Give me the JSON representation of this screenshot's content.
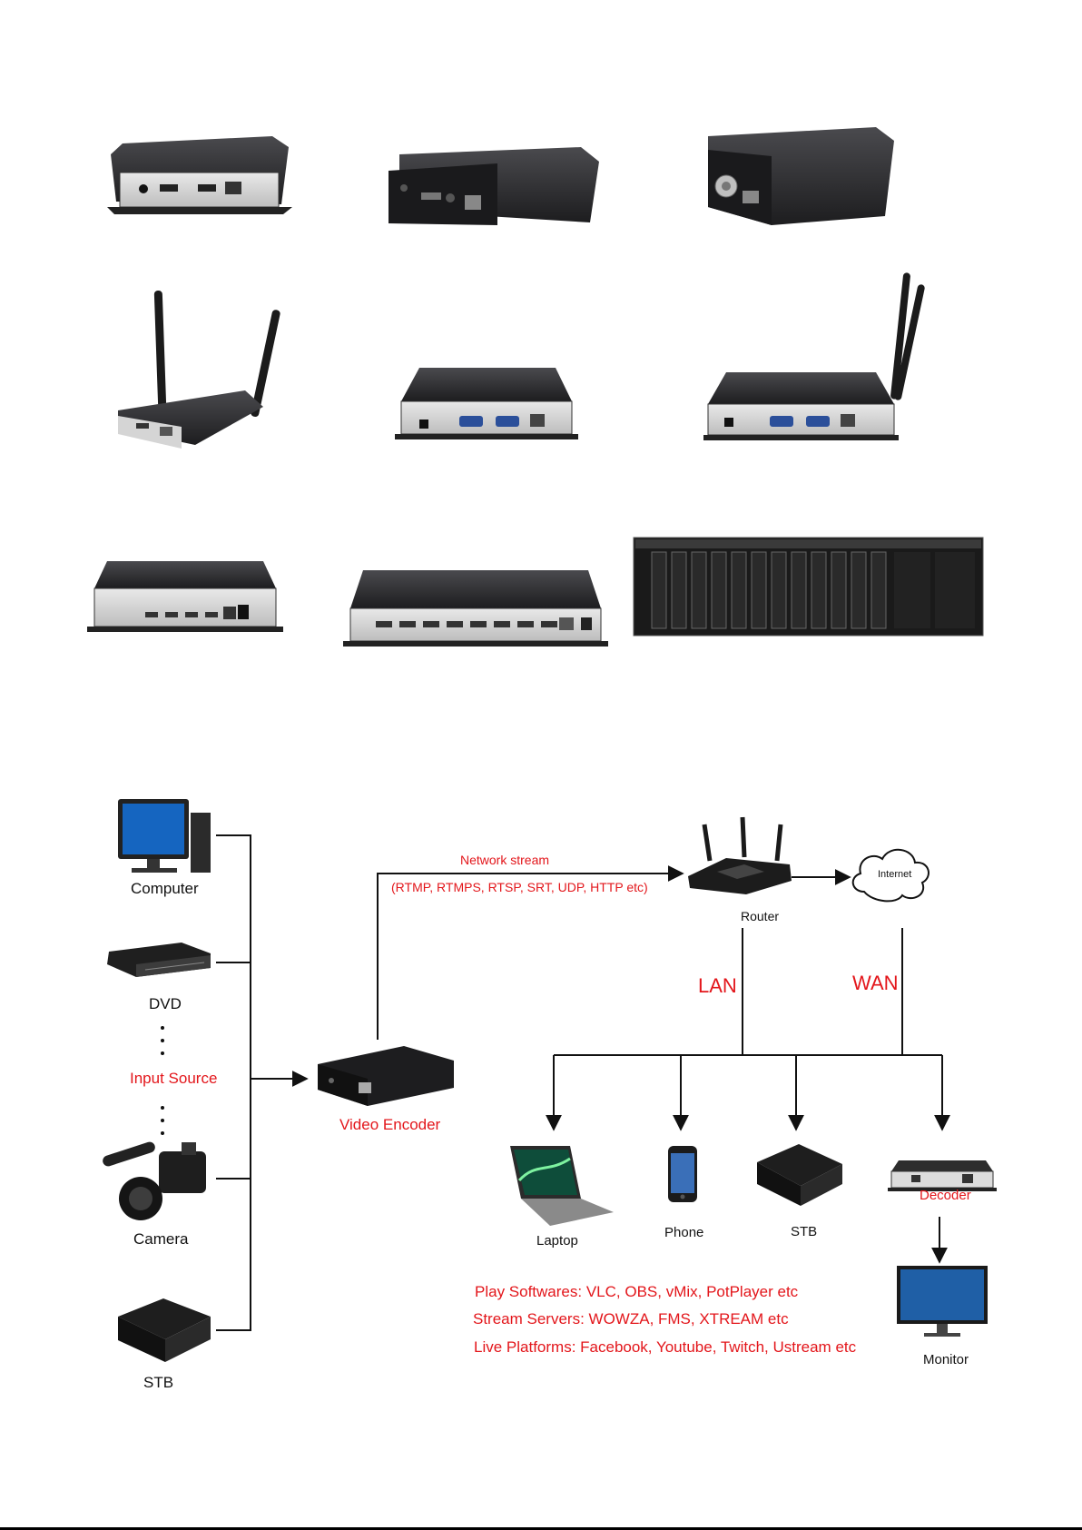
{
  "colors": {
    "accent_red": "#e3161b",
    "device_body": "#1d1d1f",
    "line": "#111111"
  },
  "products": {
    "items": [
      {
        "name": "hdmi-encoder-loop-out"
      },
      {
        "name": "hdmi-encoder-compact"
      },
      {
        "name": "sdi-encoder-bnc"
      },
      {
        "name": "wifi-hdmi-encoder"
      },
      {
        "name": "dual-vga-encoder"
      },
      {
        "name": "wifi-dual-vga-encoder"
      },
      {
        "name": "hd-video-encoder-4ch"
      },
      {
        "name": "full-hd-video-encoder-8ch"
      },
      {
        "name": "rack-chassis-encoder"
      }
    ]
  },
  "diagram": {
    "sources": {
      "computer": "Computer",
      "dvd": "DVD",
      "input_source": "Input Source",
      "camera": "Camera",
      "stb": "STB"
    },
    "encoder": "Video Encoder",
    "network_stream": "Network stream",
    "protocols": "(RTMP, RTMPS, RTSP, SRT, UDP, HTTP etc)",
    "router": "Router",
    "internet": "Internet",
    "lan": "LAN",
    "wan": "WAN",
    "clients": {
      "laptop": "Laptop",
      "phone": "Phone",
      "stb": "STB",
      "decoder": "Decoder",
      "monitor": "Monitor"
    },
    "notes": [
      "Play Softwares: VLC, OBS, vMix, PotPlayer etc",
      "Stream Servers: WOWZA, FMS, XTREAM etc",
      "Live Platforms: Facebook, Youtube, Twitch, Ustream etc"
    ]
  }
}
